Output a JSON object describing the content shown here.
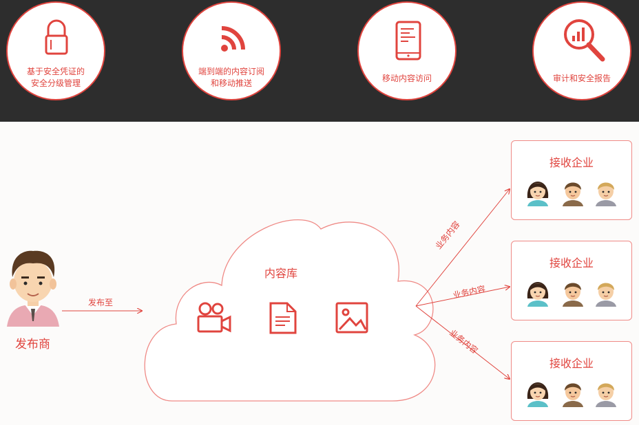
{
  "features": [
    {
      "icon": "lock-icon",
      "label_line1": "基于安全凭证的",
      "label_line2": "安全分级管理"
    },
    {
      "icon": "rss-icon",
      "label_line1": "端到端的内容订阅",
      "label_line2": "和移动推送"
    },
    {
      "icon": "mobile-phone-icon",
      "label_line1": "移动内容访问",
      "label_line2": ""
    },
    {
      "icon": "magnifier-chart-icon",
      "label_line1": "审计和安全报告",
      "label_line2": ""
    }
  ],
  "publisher": {
    "label": "发布商",
    "arrow_label": "发布至",
    "icon": "publisher-avatar-icon"
  },
  "content_library": {
    "title": "内容库",
    "icons": [
      "video-camera-icon",
      "document-icon",
      "image-icon"
    ]
  },
  "receivers": [
    {
      "title": "接收企业",
      "arrow_label": "业务内容"
    },
    {
      "title": "接收企业",
      "arrow_label": "业务内容"
    },
    {
      "title": "接收企业",
      "arrow_label": "业务内容"
    }
  ],
  "colors": {
    "accent": "#e0443e",
    "dark_band": "#2d2d2d"
  }
}
